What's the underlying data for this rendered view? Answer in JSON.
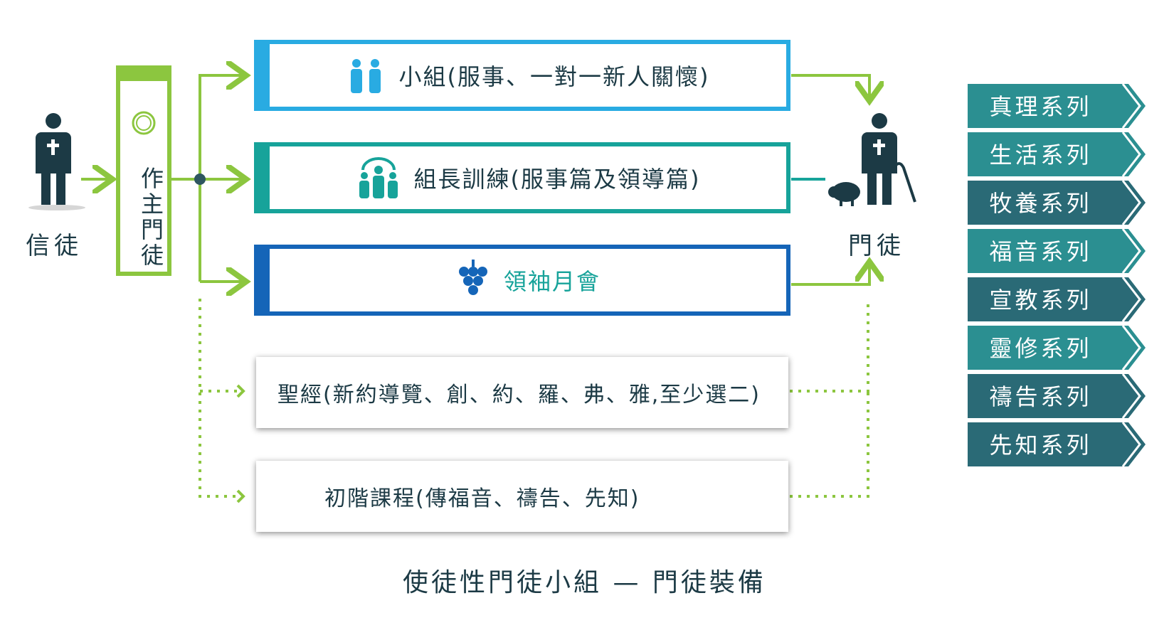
{
  "people": {
    "believer_label": "信徒",
    "disciple_label": "門徒"
  },
  "lordship": {
    "label": "作主門徒"
  },
  "programs": [
    {
      "label": "小組(服事、一對一新人關懷)",
      "icon": "people-pair-icon"
    },
    {
      "label": "組長訓練(服事篇及領導篇)",
      "icon": "group-leader-icon"
    },
    {
      "label": "領袖月會",
      "icon": "grapes-icon"
    }
  ],
  "courses": [
    {
      "label": "聖經(新約導覽、創、約、羅、弗、雅,至少選二)"
    },
    {
      "label": "初階課程(傳福音、禱告、先知)"
    }
  ],
  "series": [
    {
      "label": "真理系列",
      "color": "#2b8f91"
    },
    {
      "label": "生活系列",
      "color": "#2b8f91"
    },
    {
      "label": "牧養系列",
      "color": "#2a6a76"
    },
    {
      "label": "福音系列",
      "color": "#2b8f91"
    },
    {
      "label": "宣教系列",
      "color": "#2a6a76"
    },
    {
      "label": "靈修系列",
      "color": "#2b8f91"
    },
    {
      "label": "禱告系列",
      "color": "#2a6a76"
    },
    {
      "label": "先知系列",
      "color": "#2a6a76"
    }
  ],
  "caption": "使徒性門徒小組 — 門徒裝備",
  "colors": {
    "green": "#8cc63f",
    "dark": "#1c3a45",
    "blue": "#29abe2",
    "teal": "#17a39a",
    "navy": "#1565b8"
  }
}
